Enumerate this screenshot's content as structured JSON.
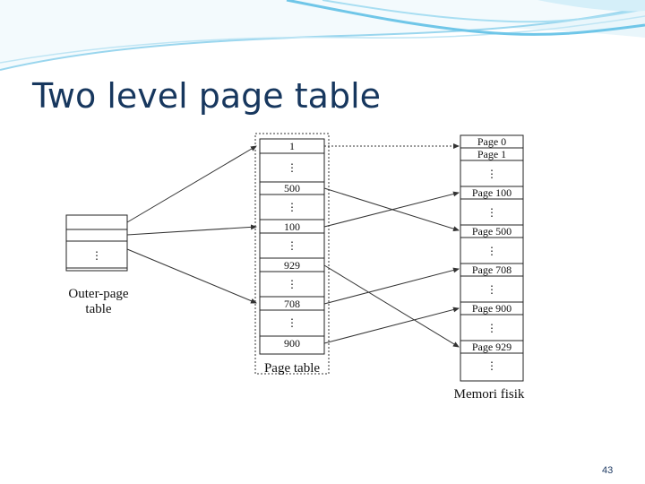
{
  "slide": {
    "title": "Two level page table",
    "page_number": "43"
  },
  "diagram": {
    "outer_table": {
      "label_line1": "Outer-page",
      "label_line2": "table",
      "ellipsis": "⋮"
    },
    "page_table": {
      "label": "Page table",
      "entries": [
        "1",
        "500",
        "100",
        "929",
        "708",
        "900"
      ],
      "ellipsis": "⋮"
    },
    "memory": {
      "label": "Memori fisik",
      "pages": [
        "Page 0",
        "Page 1",
        "Page 100",
        "Page 500",
        "Page 708",
        "Page 900",
        "Page 929"
      ],
      "ellipsis": "⋮"
    },
    "colors": {
      "title": "#17375e",
      "border": "#222222",
      "arrow": "#333333",
      "header_waves": "#8fd3ef"
    }
  }
}
